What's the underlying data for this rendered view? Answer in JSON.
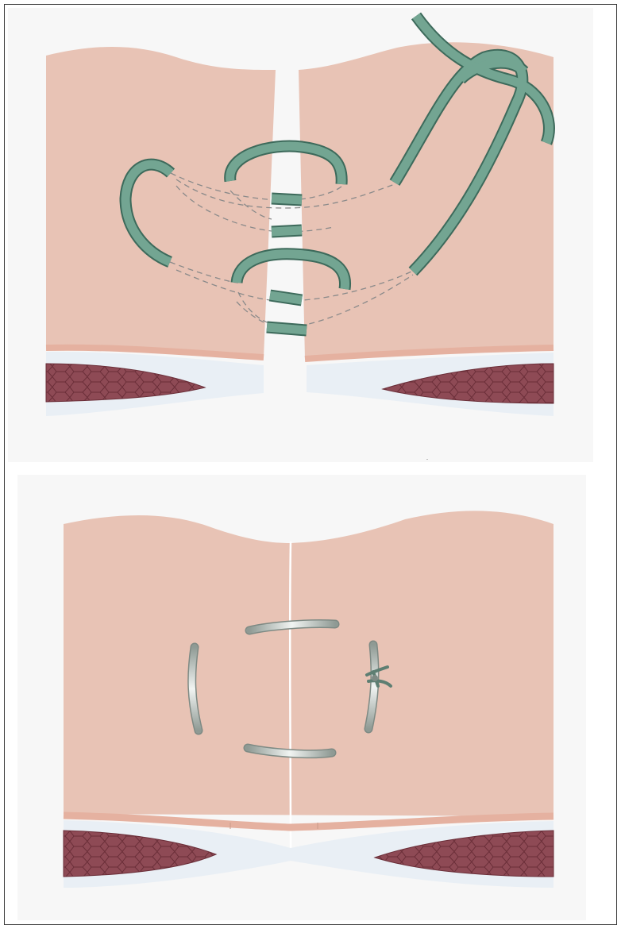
{
  "figure": {
    "panels": [
      {
        "id": "top",
        "stage": "open-wound-with-suture-path"
      },
      {
        "id": "bottom",
        "stage": "closed-wound-with-tied-suture"
      }
    ]
  },
  "colors": {
    "frame": "#3a3a3a",
    "panel_bg": "#f7f7f7",
    "skin": "#e8c3b5",
    "skin_edge": "#d9a693",
    "dermis_line": "#e5b1a0",
    "fat": "#e9eff5",
    "muscle": "#8e4a55",
    "muscle_edge": "#6a2e38",
    "suture": "#73a592",
    "suture_edge": "#3d6a5b",
    "suture_path": "#8a8a8a",
    "silver": "#9aa69f",
    "silver_light": "#eef2ef"
  }
}
